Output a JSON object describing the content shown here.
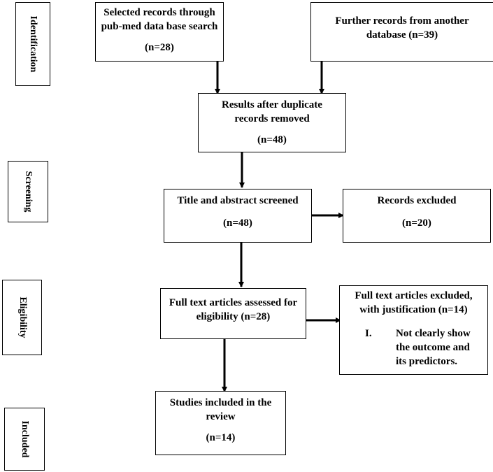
{
  "stages": {
    "identification": "Identification",
    "screening": "Screening",
    "eligibility": "Eligibility",
    "included": "Included"
  },
  "boxes": {
    "pubmed": {
      "line1": "Selected records through",
      "line2": "pub-med data base search",
      "count": "(n=28)"
    },
    "other_db": {
      "line1": "Further records from another",
      "line2": "database (n=39)"
    },
    "duplicates": {
      "line1": "Results after duplicate",
      "line2": "records removed",
      "count": "(n=48)"
    },
    "screened": {
      "line1": "Title and abstract screened",
      "count": "(n=48)"
    },
    "excluded": {
      "line1": "Records excluded",
      "count": "(n=20)"
    },
    "fulltext": {
      "line1": "Full text articles assessed for",
      "line2": "eligibility (n=28)"
    },
    "fulltext_excluded": {
      "line1": "Full text articles excluded,",
      "line2": "with justification (n=14)",
      "item_marker": "I.",
      "item_line1": "Not clearly show",
      "item_line2": "the outcome and",
      "item_line3": "its predictors."
    },
    "included": {
      "line1": "Studies included in the",
      "line2": "review",
      "count": "(n=14)"
    }
  }
}
